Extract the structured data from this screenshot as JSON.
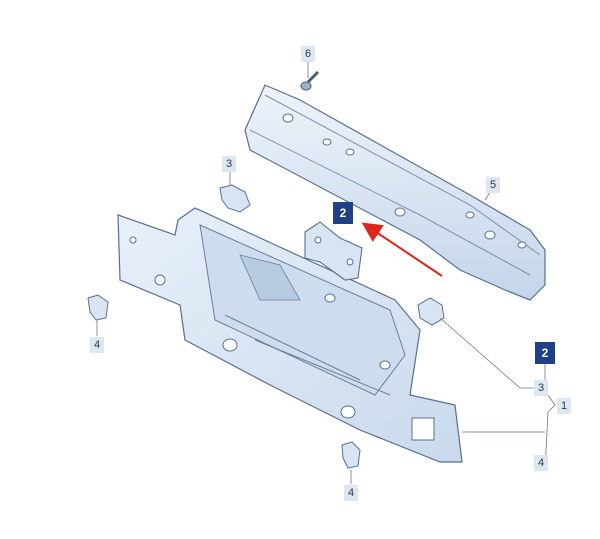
{
  "diagram": {
    "callouts": {
      "screw": "6",
      "clip_top_left": "3",
      "crossmember": "5",
      "bracket_highlighted": "2",
      "clip_left": "4",
      "legend_kit": "2",
      "legend_clip": "3",
      "legend_assembly": "1",
      "legend_nut": "4",
      "clip_bottom": "4"
    },
    "colors": {
      "panel_fill": "#dde9f6",
      "panel_stroke": "#5a6f8c",
      "callout_light": "#dde6f1",
      "callout_dark": "#1f3f86",
      "arrow": "#e0231d"
    }
  }
}
